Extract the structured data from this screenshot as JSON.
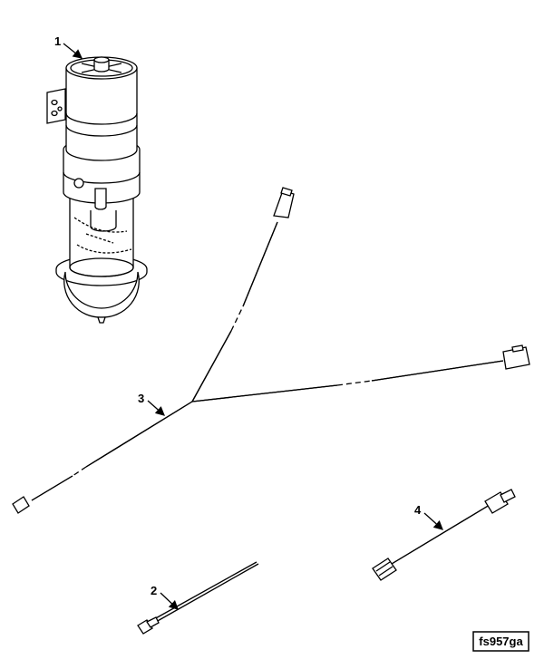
{
  "figure_id": "fs957ga",
  "callouts": [
    {
      "number": "1",
      "part": "fuel-filter-assembly"
    },
    {
      "number": "2",
      "part": "sensor-lead"
    },
    {
      "number": "3",
      "part": "wiring-harness"
    },
    {
      "number": "4",
      "part": "sensor-with-connector"
    }
  ],
  "colors": {
    "line": "#000000",
    "background": "#ffffff"
  }
}
